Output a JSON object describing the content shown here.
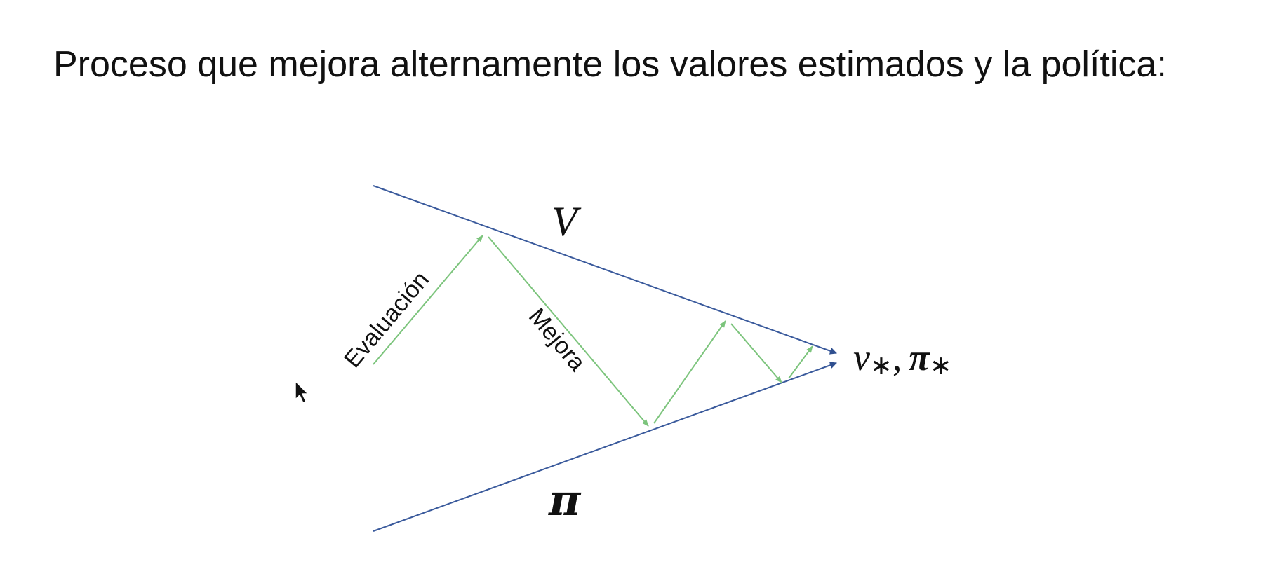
{
  "slide": {
    "title": "Proceso que mejora alternamente los valores estimados y la política:"
  },
  "diagram": {
    "labels": {
      "value": "V",
      "policy": "π",
      "optimum_v": "v",
      "optimum_sub_v": "∗",
      "optimum_sep": ",",
      "optimum_pi": "π",
      "optimum_sub_pi": "∗",
      "evaluation": "Evaluación",
      "improvement": "Mejora"
    },
    "colors": {
      "boundary_lines": "#3a5a9c",
      "iteration_arrows": "#7cc47c",
      "text": "#111111"
    }
  }
}
